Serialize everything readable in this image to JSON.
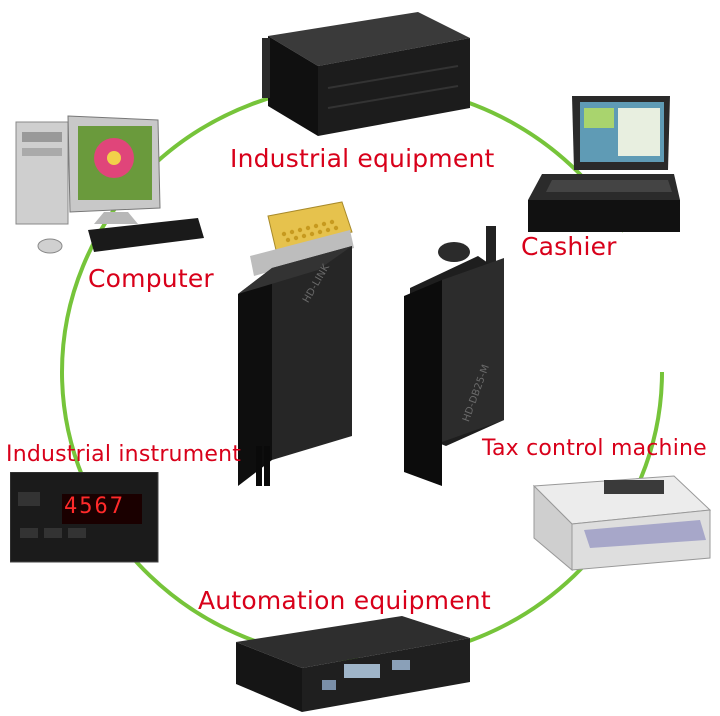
{
  "labels": {
    "industrial_equipment": "Industrial equipment",
    "cashier": "Cashier",
    "computer": "Computer",
    "industrial_instrument": "Industrial instrument",
    "tax_control_machine": "Tax control machine",
    "automation_equipment": "Automation equipment"
  },
  "connector": {
    "brand_text": "HD-LINK",
    "body_text": "HD-DB25-M"
  },
  "instrument": {
    "display_value": "4567"
  },
  "colors": {
    "ring": "#76c43a",
    "label": "#d8001a",
    "device_dark": "#1c1c1c",
    "led": "#ff2a2a"
  }
}
